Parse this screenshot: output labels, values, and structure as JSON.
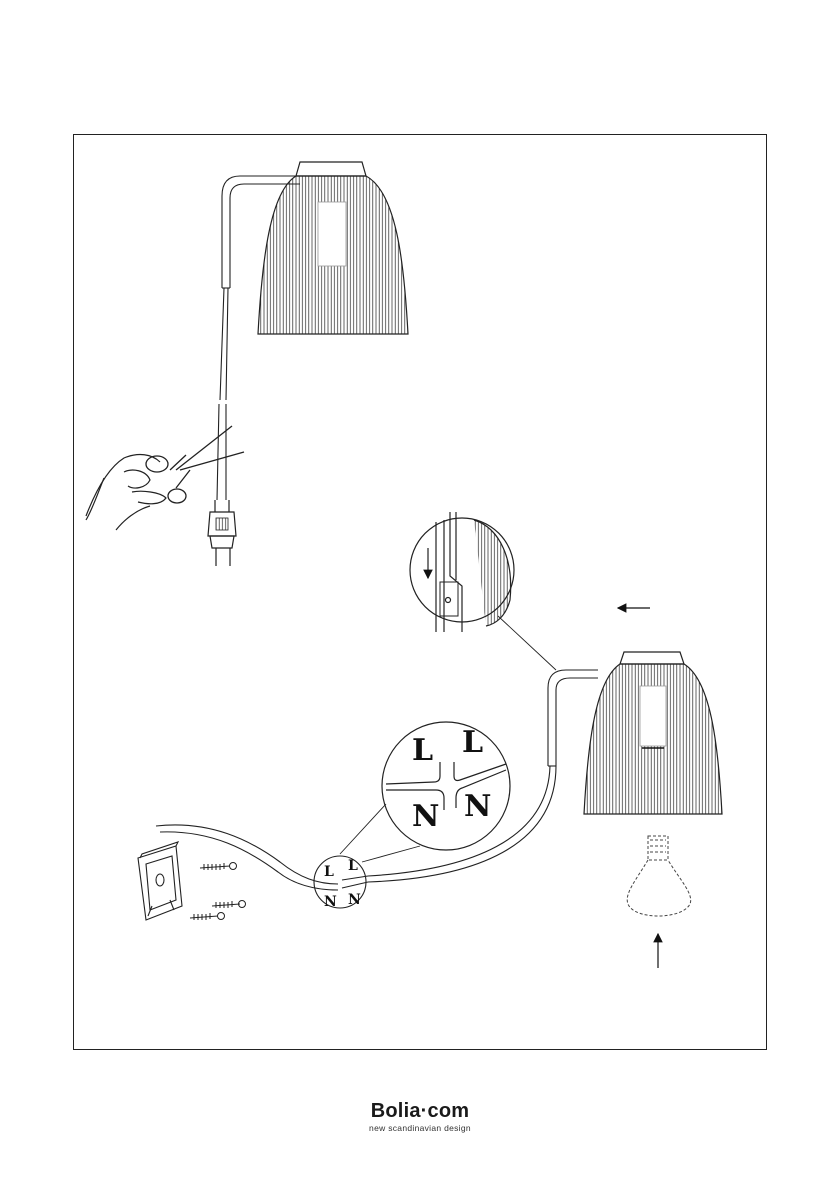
{
  "brand": {
    "name": "Bolia·com",
    "tagline": "new scandinavian design"
  },
  "labels": {
    "detail_L_left": "L",
    "detail_L_right": "L",
    "detail_N_left": "N",
    "detail_N_right": "N",
    "small_L_left": "L",
    "small_L_right": "L",
    "small_N_left": "N",
    "small_N_right": "N"
  },
  "icons": [
    "scissors-icon",
    "hand-icon",
    "plug-icon",
    "lamp-shade-icon",
    "bulb-icon",
    "screw-icon",
    "mounting-bracket-icon",
    "arrow-icon"
  ],
  "colors": {
    "line": "#222222",
    "background": "#ffffff"
  }
}
